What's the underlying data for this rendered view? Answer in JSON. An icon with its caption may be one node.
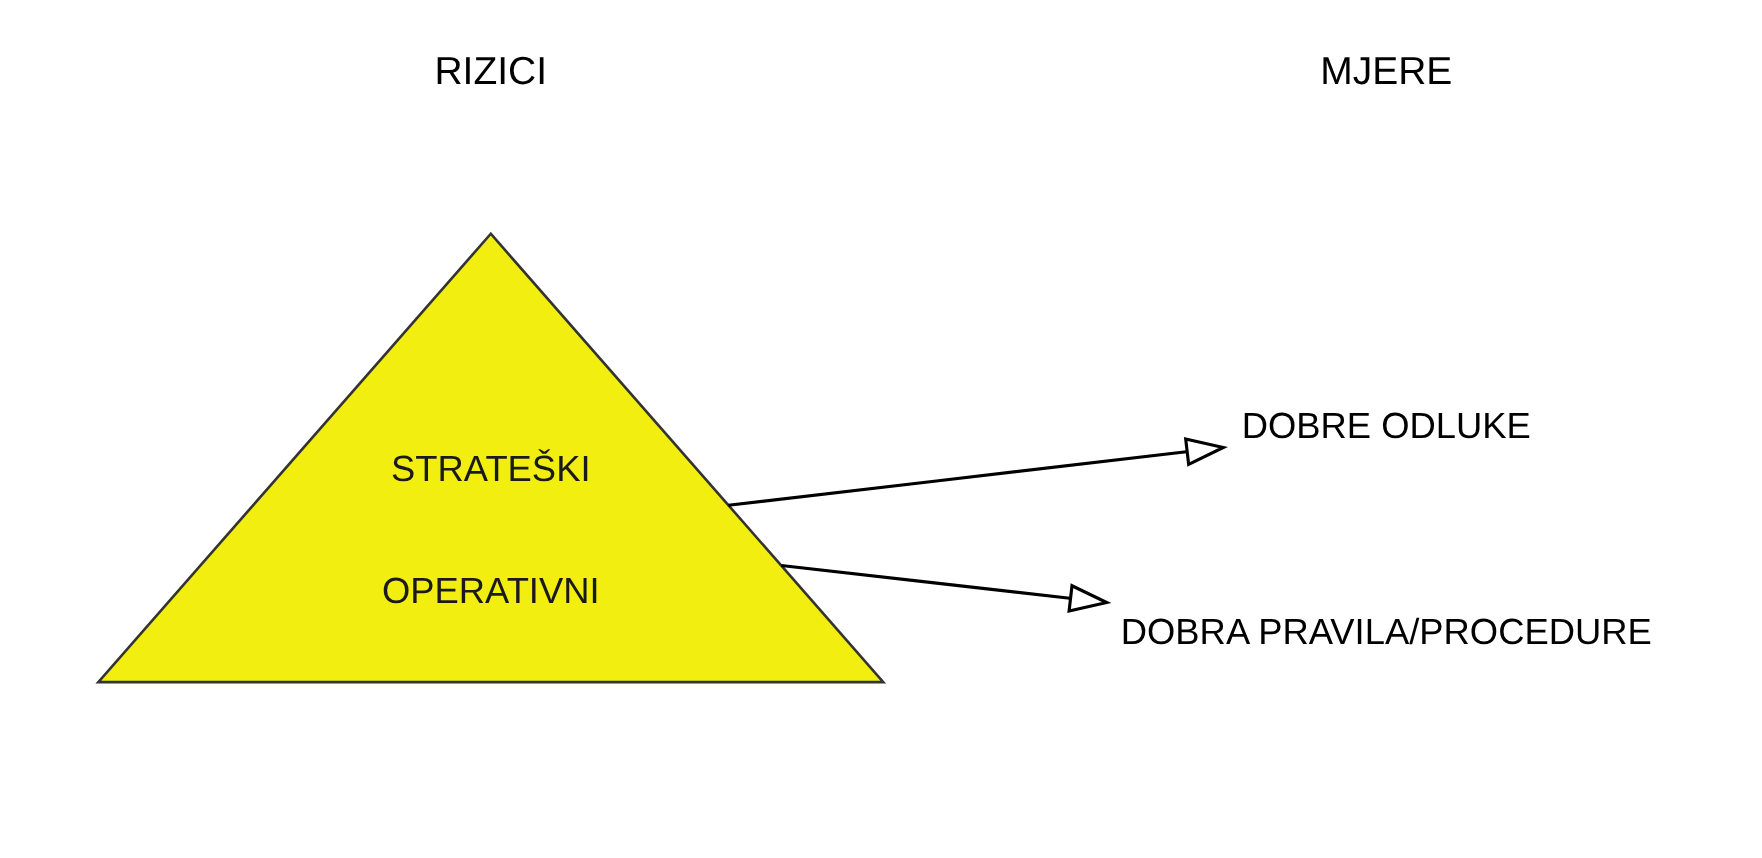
{
  "diagram": {
    "nodes": [
      {
        "text": [
          "STRATEŠKI",
          "OPERATIVNI"
        ]
      },
      {
        "text": [
          "DOBRE ODLUKE"
        ]
      },
      {
        "text": [
          "DOBRA PRAVILA/PROCEDURE"
        ]
      }
    ],
    "edges": [
      {
        "from": 0,
        "to": 1,
        "arrow": "to"
      },
      {
        "from": 0,
        "to": 2,
        "arrow": "to"
      }
    ],
    "labels": [
      "RIZICI",
      "MJERE"
    ]
  }
}
